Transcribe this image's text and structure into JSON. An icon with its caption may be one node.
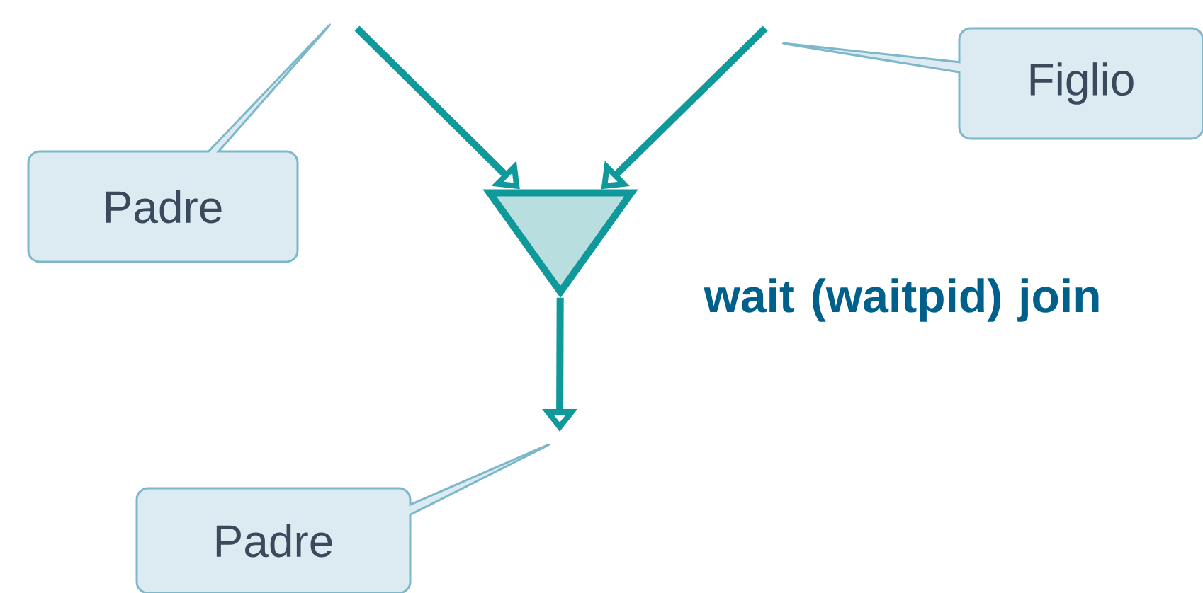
{
  "diagram": {
    "nodes": [
      {
        "text": [
          "Figlio"
        ]
      },
      {
        "text": [
          "Padre"
        ]
      },
      {
        "text": [],
        "shape": "triangle"
      },
      {
        "text": [
          "Padre"
        ]
      }
    ],
    "edges": [
      {
        "from": null,
        "to": 2,
        "arrow": "to"
      },
      {
        "from": null,
        "to": 2,
        "arrow": "to"
      },
      {
        "from": 2,
        "to": null,
        "arrow": "to"
      }
    ],
    "labels": [
      "wait (waitpid) join"
    ]
  }
}
